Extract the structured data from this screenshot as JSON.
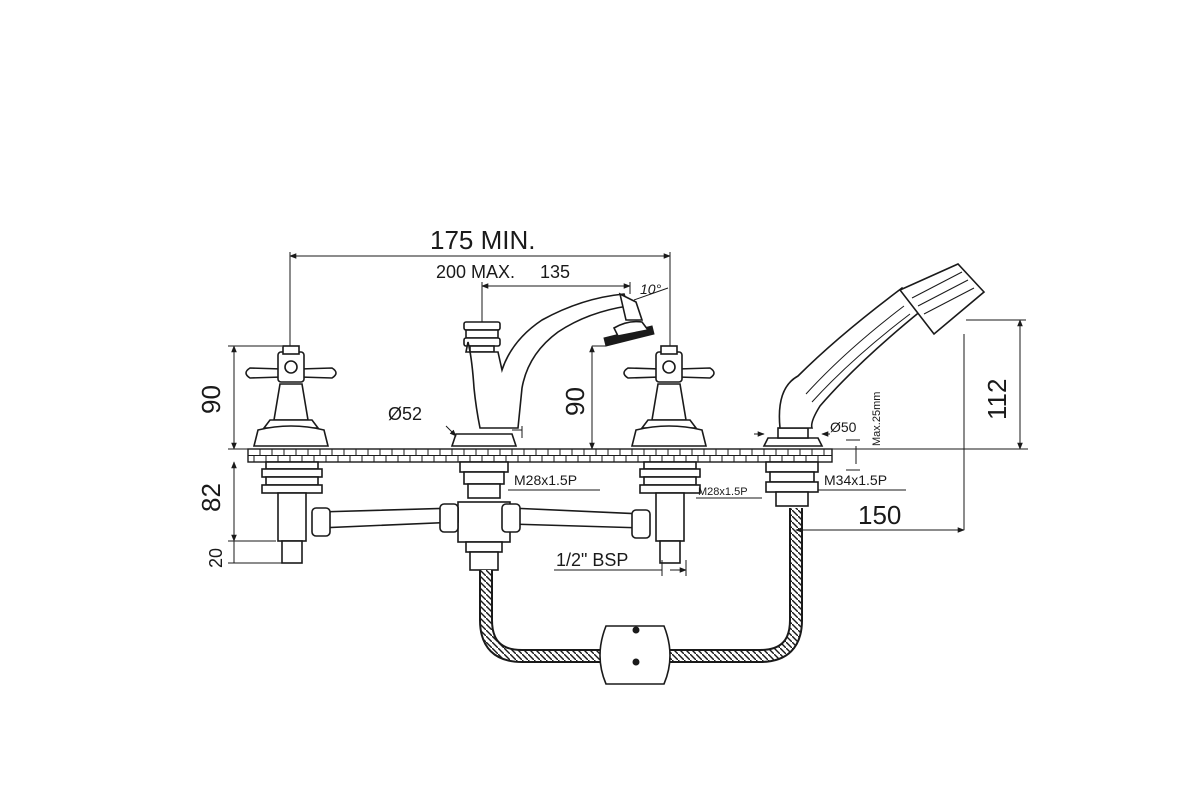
{
  "dimensions": {
    "width_min": "175 MIN.",
    "width_max": "200 MAX.",
    "spout_reach": "135",
    "spout_angle": "10°",
    "handle_height": "90",
    "spout_height": "90",
    "body_diameter": "Ø52",
    "below_deck": "82",
    "tail": "20",
    "thread_center": "M28x1.5P",
    "thread_right": "M28x1.5P",
    "thread_shower": "M34x1.5P",
    "shower_base_diameter": "Ø50",
    "max_deck": "Max.25mm",
    "shower_drop": "150",
    "shower_height": "112",
    "inlet": "1/2\" BSP"
  }
}
